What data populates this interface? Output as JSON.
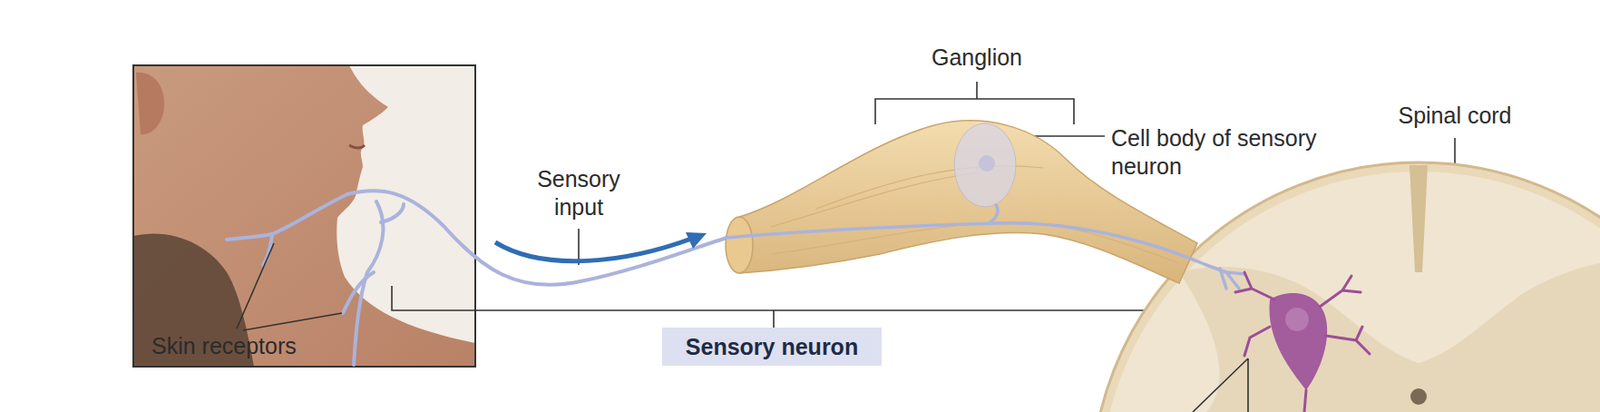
{
  "diagram": {
    "nodes": [
      {
        "text": [
          "Sensory neuron"
        ]
      }
    ],
    "labels": [
      "Skin receptors",
      "Sensory input",
      "Ganglion",
      "Cell body of sensory neuron",
      "Spinal cord"
    ]
  }
}
